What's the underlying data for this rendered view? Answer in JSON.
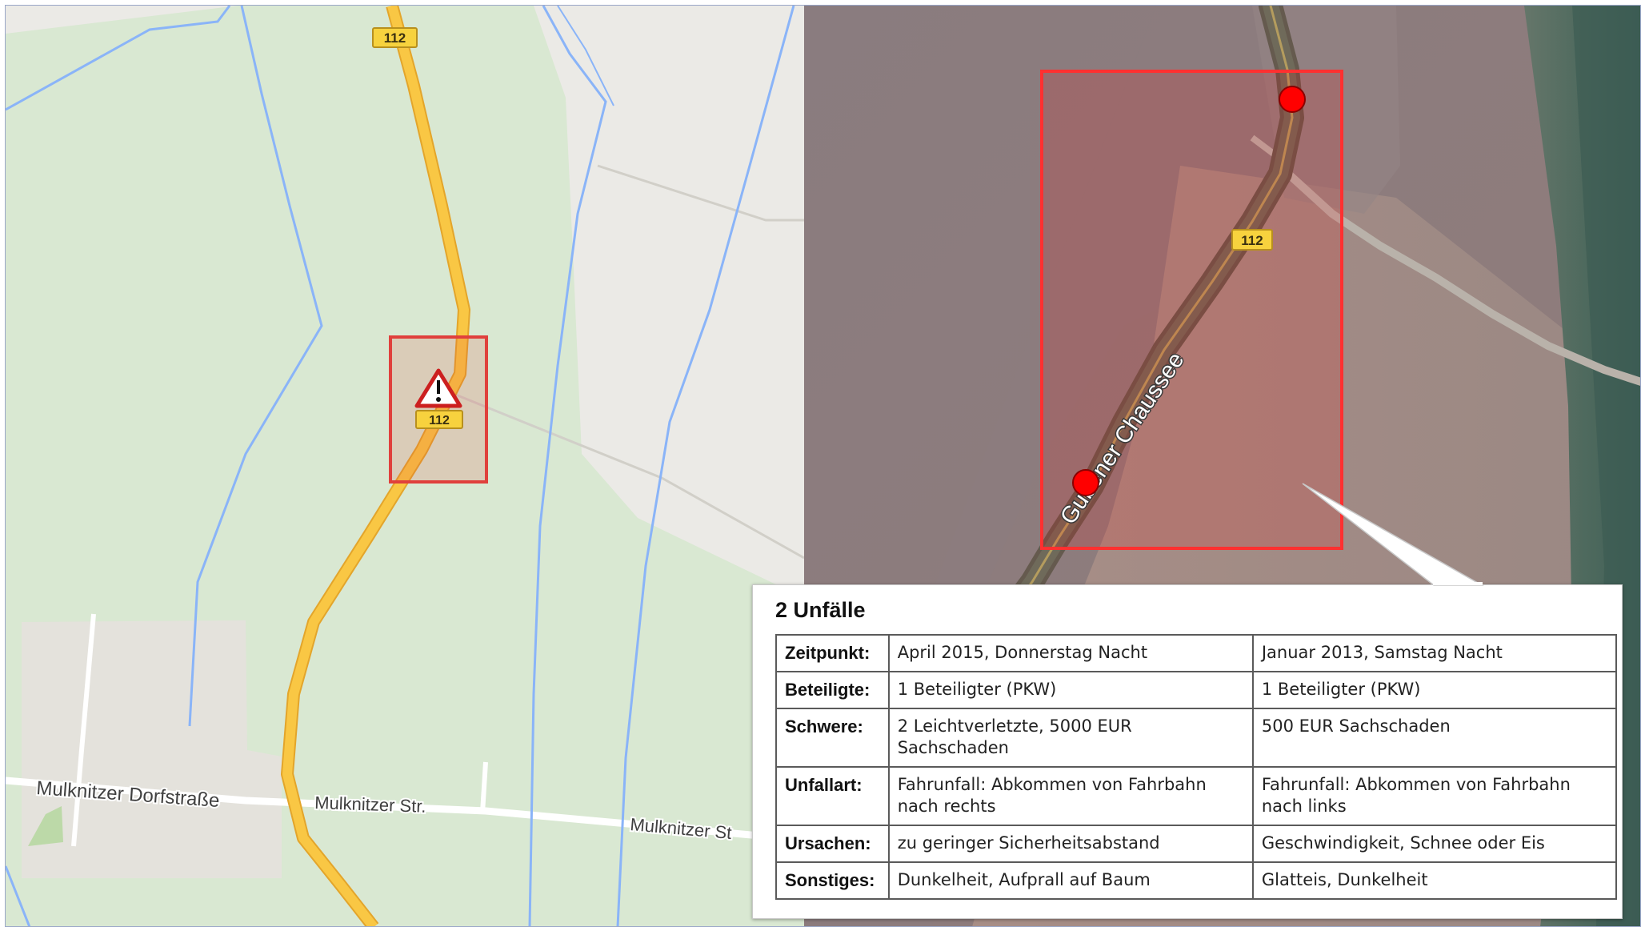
{
  "left_map": {
    "route_badge_top": "112",
    "route_badge_marker": "112",
    "street_dorfstrasse": "Mulknitzer Dorfstraße",
    "street_mulknitzer_str": "Mulknitzer Str.",
    "street_mulknitzer_str_cut": "Mulknitzer St",
    "marker_icon": "warning-triangle-icon",
    "colors": {
      "forest": "#d9e8d2",
      "land": "#ebeae6",
      "road": "#f9c744",
      "road_border": "#e3a52b",
      "water": "#8ab4f8",
      "highlight": "#e0403c",
      "badge": "#f7d23e"
    }
  },
  "right_map": {
    "road_label": "Gubener Chaussee",
    "route_badge": "112",
    "colors": {
      "highlight": "#ff0000",
      "accident_point": "#ff0000"
    }
  },
  "popup": {
    "title": "2 Unfälle",
    "rows": [
      {
        "label": "Zeitpunkt:",
        "values": [
          "April 2015, Donnerstag Nacht",
          "Januar 2013, Samstag Nacht"
        ]
      },
      {
        "label": "Beteiligte:",
        "values": [
          "1 Beteiligter (PKW)",
          "1 Beteiligter (PKW)"
        ]
      },
      {
        "label": "Schwere:",
        "values": [
          "2 Leichtverletzte, 5000 EUR Sachschaden",
          "500 EUR Sachschaden"
        ]
      },
      {
        "label": "Unfallart:",
        "values": [
          "Fahrunfall: Abkommen von Fahrbahn nach rechts",
          "Fahrunfall: Abkommen von Fahrbahn nach links"
        ]
      },
      {
        "label": "Ursachen:",
        "values": [
          "zu geringer Sicherheitsabstand",
          "Geschwindigkeit, Schnee oder Eis"
        ]
      },
      {
        "label": "Sonstiges:",
        "values": [
          "Dunkelheit, Aufprall auf Baum",
          "Glatteis, Dunkelheit"
        ]
      }
    ]
  }
}
